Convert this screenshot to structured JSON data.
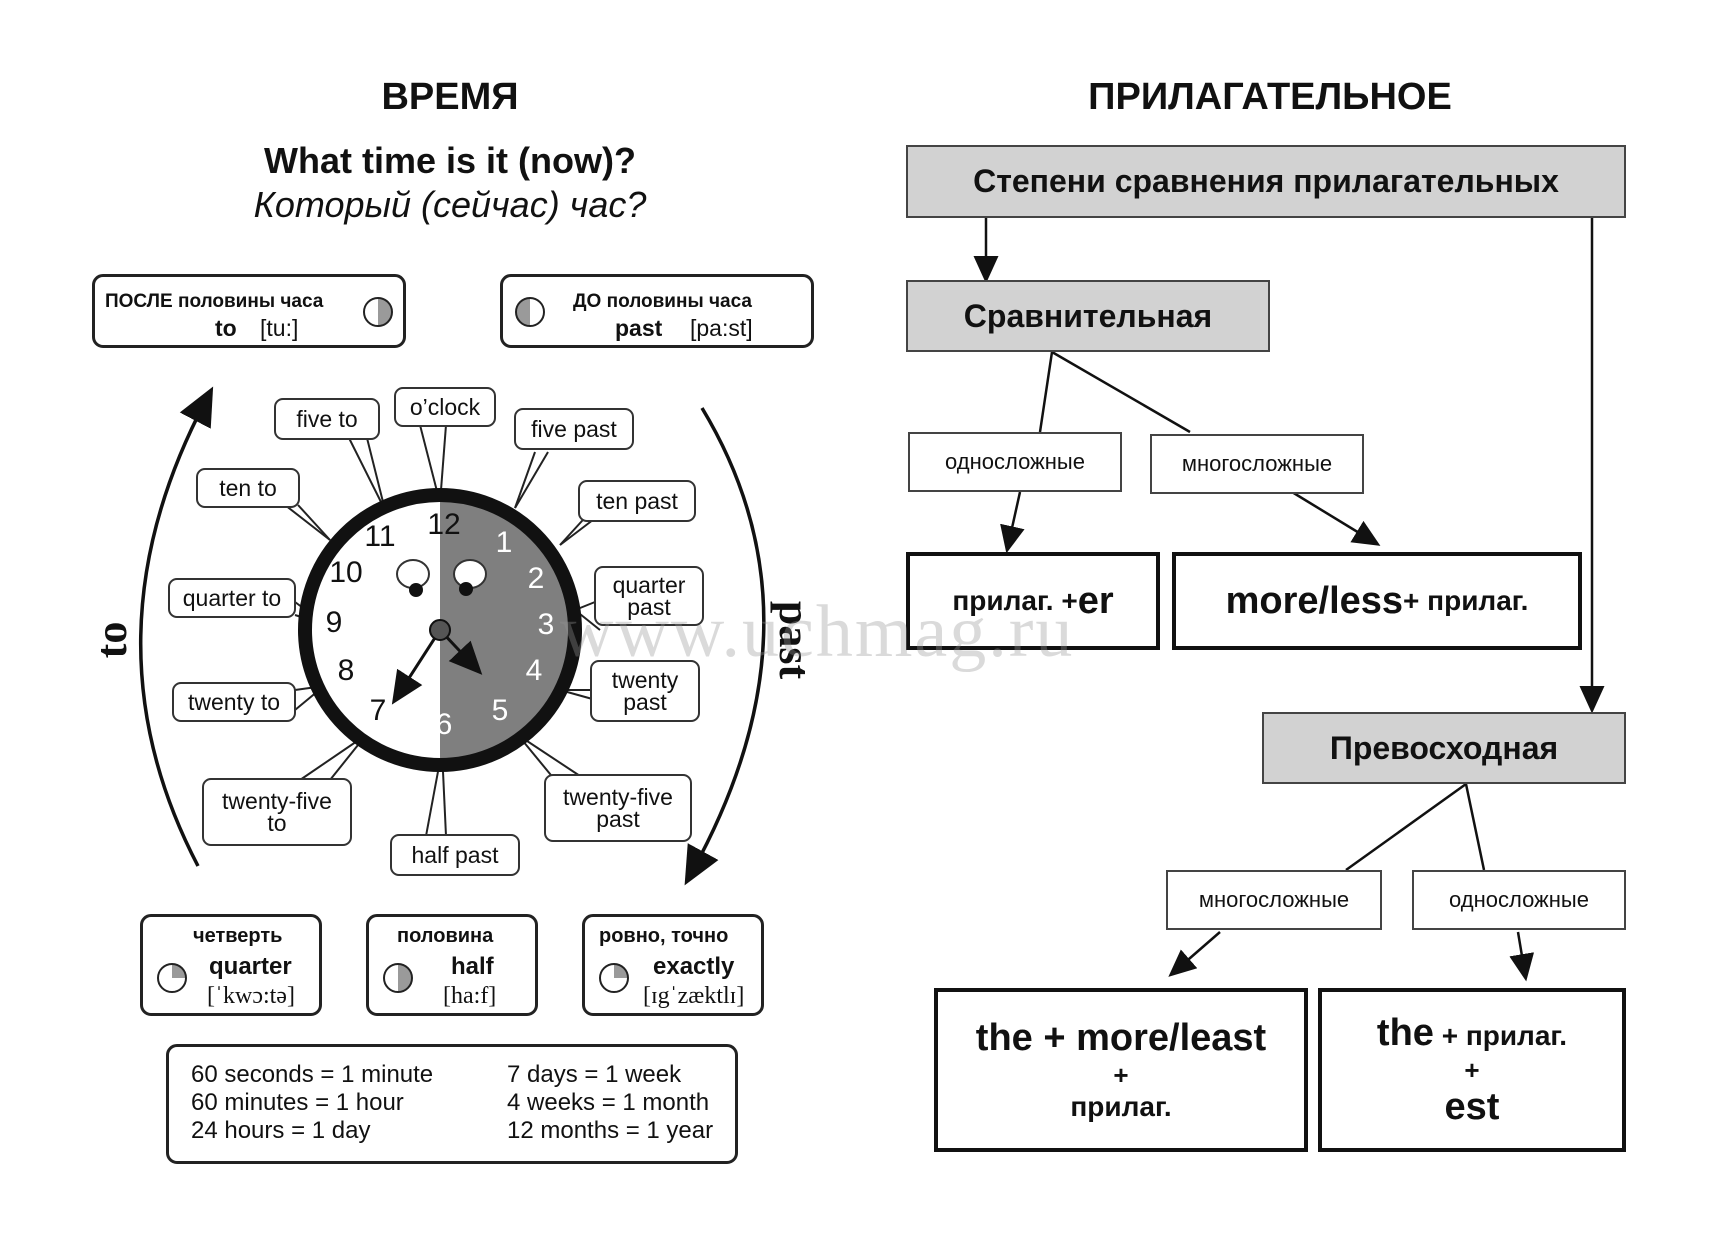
{
  "left": {
    "title": "ВРЕМЯ",
    "question_en": "What time is it (now)?",
    "question_ru": "Который (сейчас) час?",
    "after_half": {
      "ru": "ПОСЛЕ половины часа",
      "word": "to",
      "ipa": "[tu:]"
    },
    "before_half": {
      "ru": "ДО половины часа",
      "word": "past",
      "ipa": "[pa:st]"
    },
    "side_to": "to",
    "side_past": "past",
    "clock_labels": {
      "oclock": "o’clock",
      "five_past": "five past",
      "ten_past": "ten past",
      "quarter_past": [
        "quarter",
        "past"
      ],
      "twenty_past": [
        "twenty",
        "past"
      ],
      "twenty_five_past": [
        "twenty-five",
        "past"
      ],
      "half_past": "half past",
      "twenty_five_to": [
        "twenty-five",
        "to"
      ],
      "twenty_to": "twenty to",
      "quarter_to": "quarter to",
      "ten_to": "ten to",
      "five_to": "five to"
    },
    "clock_numbers": [
      "12",
      "1",
      "2",
      "3",
      "4",
      "5",
      "6",
      "7",
      "8",
      "9",
      "10",
      "11"
    ],
    "terms": [
      {
        "ru": "четверть",
        "en": "quarter",
        "ipa": "[ˈkwɔ:tə]"
      },
      {
        "ru": "половина",
        "en": "half",
        "ipa": "[ha:f]"
      },
      {
        "ru": "ровно, точно",
        "en": "exactly",
        "ipa": "[ɪgˈzæktlɪ]"
      }
    ],
    "units_left": [
      "60 seconds = 1 minute",
      "60 minutes = 1 hour",
      "24 hours = 1 day"
    ],
    "units_right": [
      "7 days = 1 week",
      "4 weeks = 1 month",
      "12 months = 1 year"
    ]
  },
  "right": {
    "title": "ПРИЛАГАТЕЛЬНОЕ",
    "top_box": "Степени сравнения прилагательных",
    "comparative": {
      "label": "Сравнительная",
      "one_syllable": "односложные",
      "multi_syllable": "многосложные",
      "formula_one": {
        "a": "прилаг. + ",
        "b": "er"
      },
      "formula_multi": {
        "a": "more/less",
        "b": " + прилаг."
      }
    },
    "superlative": {
      "label": "Превосходная",
      "multi_syllable": "многосложные",
      "one_syllable": "односложные",
      "formula_multi": {
        "line1": "the + more/least",
        "plus": "+",
        "line3": "прилаг."
      },
      "formula_one": {
        "the": "the",
        "rest": " + прилаг.",
        "plus": "+",
        "line3": "est"
      }
    }
  },
  "watermark": "www.uchmag.ru"
}
